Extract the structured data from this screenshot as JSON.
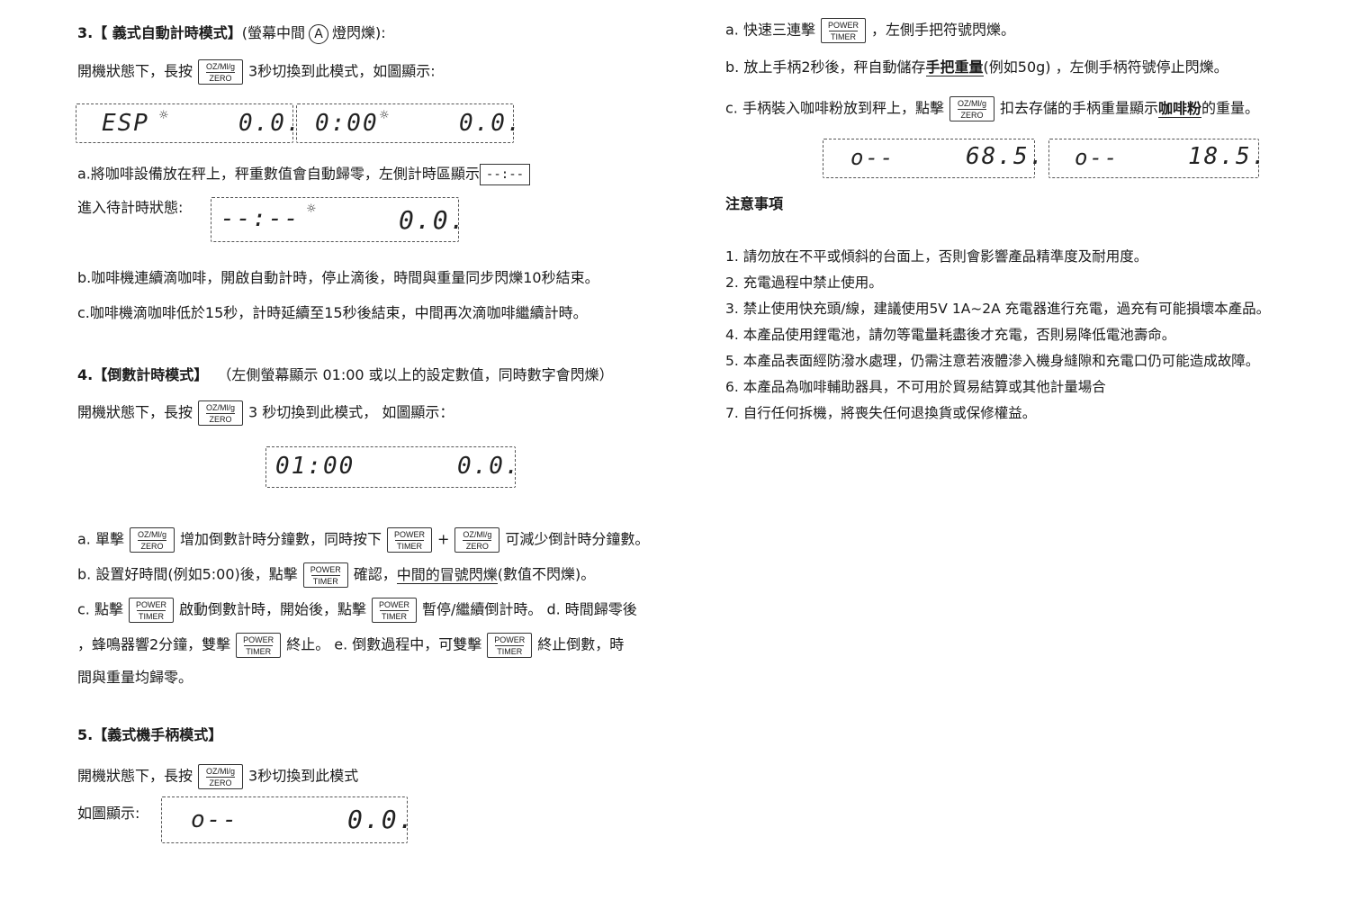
{
  "key_oz": {
    "top": "OZ/Ml/g",
    "bottom": "ZERO"
  },
  "key_power": {
    "top": "POWER",
    "bottom": "TIMER"
  },
  "s3": {
    "title_num": "3.",
    "title": "【 義式自動計時模式】",
    "title_tail_a": "(螢幕中間",
    "circle": "A",
    "title_tail_b": "燈閃爍):",
    "intro_a": "開機狀態下，長按",
    "intro_b": "3秒切換到此模式，如圖顯示:",
    "lcd1_left": "ESP",
    "lcd1_right": "0.0.",
    "lcd2_left": "0:00",
    "lcd2_right": "0.0.",
    "a_text": "a.將咖啡設備放在秤上，秤重數值會自動歸零，左側計時區顯示",
    "a_box": "--:--",
    "wait_label": "進入待計時狀態:",
    "lcd3_left": "--:--",
    "lcd3_right": "0.0.",
    "b_text": "b.咖啡機連續滴咖啡，開啟自動計時，停止滴後，時間與重量同步閃爍10秒結束。",
    "c_text": "c.咖啡機滴咖啡低於15秒，計時延續至15秒後結束，中間再次滴咖啡繼續計時。"
  },
  "s4": {
    "title": "4.【倒數計時模式】",
    "title_tail": "（左側螢幕顯示 01:00 或以上的設定數值，同時數字會閃爍）",
    "intro_a": "開機狀態下，長按",
    "intro_b": "3 秒切換到此模式， 如圖顯示：",
    "lcd_left": "01:00",
    "lcd_right": "0.0.",
    "a_1": "a. 單擊",
    "a_2": "增加倒數計時分鐘數，同時按下",
    "a_plus": "+",
    "a_3": "可減少倒計時分鐘數。",
    "b_1": "b. 設置好時間(例如5:00)後，點擊",
    "b_2": "確認，",
    "b_3": "中間的冒號閃爍",
    "b_4": "(數值不閃爍)。",
    "c_1": "c. 點擊",
    "c_2": "啟動倒數計時，開始後，點擊",
    "c_3": "暫停/繼續倒計時。 d. 時間歸零後",
    "c_4": "，蜂鳴器響2分鐘，雙擊",
    "c_5": "終止。 e. 倒數過程中，可雙擊",
    "c_6": "終止倒數，時",
    "c_7": "間與重量均歸零。"
  },
  "s5": {
    "title": "5.【義式機手柄模式】",
    "intro_a": "開機狀態下，長按",
    "intro_b": "3秒切換到此模式",
    "label": "如圖顯示:",
    "lcd_left": "o--",
    "lcd_right": "0.0."
  },
  "right": {
    "a_1": "a. 快速三連擊",
    "a_2": "，左側手把符號閃爍。",
    "b_1": "b. 放上手柄2秒後，秤自動儲存",
    "b_bold": "手把重量",
    "b_2": "(例如50g) ，左側手柄符號停止閃爍。",
    "c_1": "c. 手柄裝入咖啡粉放到秤上，點擊",
    "c_2": "扣去存儲的手柄重量顯示",
    "c_bold": "咖啡粉",
    "c_3": "的重量。",
    "lcd1_left": "o--",
    "lcd1_right": "68.5.",
    "lcd2_left": "o--",
    "lcd2_right": "18.5.",
    "notes_title": "注意事項",
    "notes": [
      "1. 請勿放在不平或傾斜的台面上，否則會影響產品精準度及耐用度。",
      "2. 充電過程中禁止使用。",
      "3. 禁止使用快充頭/線，建議使用5V 1A~2A 充電器進行充電，過充有可能損壞本產品。",
      "4. 本產品使用鋰電池，請勿等電量耗盡後才充電，否則易降低電池壽命。",
      "5. 本產品表面經防潑水處理，仍需注意若液體滲入機身縫隙和充電口仍可能造成故障。",
      "6. 本產品為咖啡輔助器具，不可用於貿易結算或其他計量場合",
      "7. 自行任何拆機，將喪失任何退換貨或保修權益。"
    ]
  }
}
